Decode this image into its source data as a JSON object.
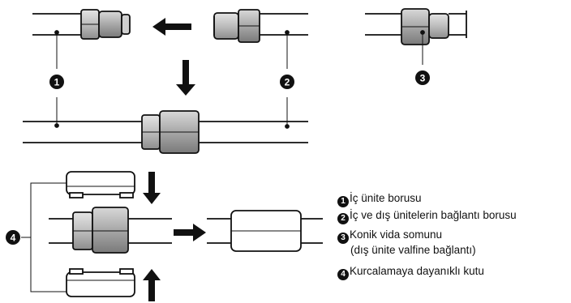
{
  "markers": {
    "m1": "1",
    "m2": "2",
    "m3": "3",
    "m4": "4"
  },
  "legend": [
    {
      "num": "1",
      "text": "İç ünite borusu"
    },
    {
      "num": "2",
      "text": "İç ve dış ünitelerin bağlantı borusu"
    },
    {
      "num": "3",
      "text": "Konik vida somunu",
      "sub": "(dış ünite valfine bağlantı)"
    },
    {
      "num": "4",
      "text": "Kurcalamaya dayanıklı kutu"
    }
  ]
}
